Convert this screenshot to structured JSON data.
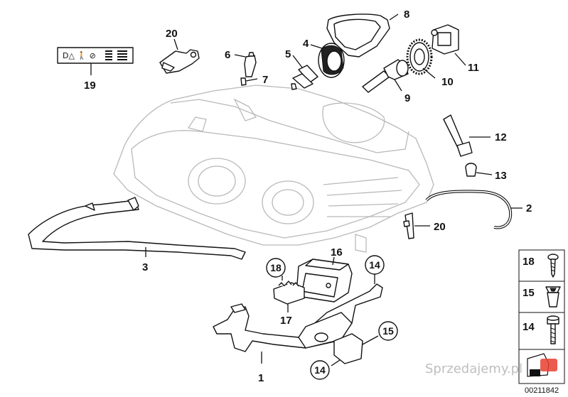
{
  "callouts": {
    "c1": "1",
    "c2": "2",
    "c3": "3",
    "c4": "4",
    "c5": "5",
    "c6": "6",
    "c7": "7",
    "c8": "8",
    "c9": "9",
    "c10": "10",
    "c11": "11",
    "c12": "12",
    "c13": "13",
    "c14a": "14",
    "c14b": "14",
    "c15a": "15",
    "c16": "16",
    "c17": "17",
    "c18": "18",
    "c19": "19",
    "c20a": "20",
    "c20b": "20"
  },
  "label_19_glyphs": "D△ 🚶 ⊘",
  "side_panel": {
    "items": [
      {
        "label": "18",
        "icon": "screw-icon"
      },
      {
        "label": "15",
        "icon": "clip-nut-icon"
      },
      {
        "label": "14",
        "icon": "bolt-icon"
      }
    ]
  },
  "catalog_number": "00211842",
  "watermark": "Sprzedajemy.pl"
}
